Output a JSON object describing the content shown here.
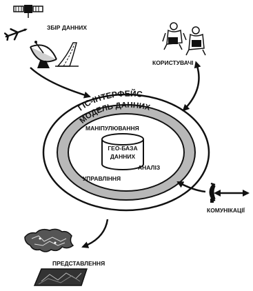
{
  "labels": {
    "data_collection": "ЗБІР ДАННИХ",
    "users": "КОРИСТУВАЧІ",
    "gis_interface": "ГІС-ІНТЕРФЕЙС",
    "data_model": "МОДЕЛЬ ДАННИХ",
    "manipulation": "МАНІПУЛЮВАННЯ",
    "geo_db_line1": "ГЕО-БАЗА",
    "geo_db_line2": "ДАННИХ",
    "analysis": "АНАЛІЗ",
    "management": "УПРАВЛІННЯ",
    "communications": "КОМУНІКАЦІЇ",
    "presentation": "ПРЕДСТАВЛЕННЯ"
  },
  "icons": {
    "satellite": "satellite-icon",
    "airplane": "airplane-icon",
    "radar": "radar-dish-icon",
    "road": "road-icon",
    "users": "users-reading-icon",
    "telephone": "telephone-icon",
    "map": "map-icon",
    "aerial_photo": "aerial-photo-icon"
  },
  "colors": {
    "ink": "#111111",
    "ring_fill": "#b8b8b8",
    "background": "#ffffff"
  }
}
